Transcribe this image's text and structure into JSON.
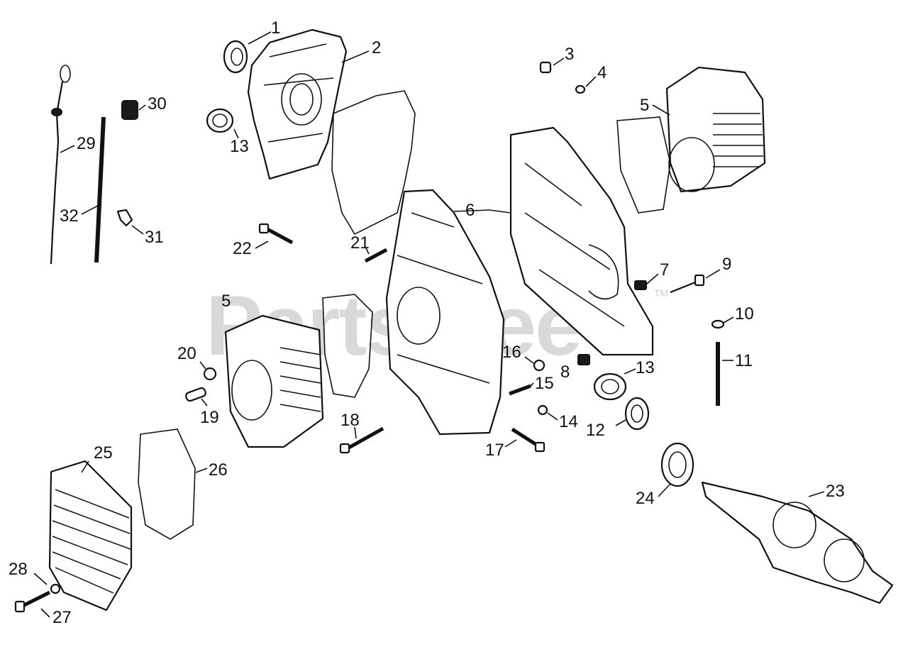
{
  "watermark": {
    "text": "PartsTree",
    "trademark": "TM",
    "color": "#d9d9d9"
  },
  "callouts": [
    {
      "id": "c1",
      "label": "1"
    },
    {
      "id": "c2",
      "label": "2"
    },
    {
      "id": "c3",
      "label": "3"
    },
    {
      "id": "c4",
      "label": "4"
    },
    {
      "id": "c5a",
      "label": "5"
    },
    {
      "id": "c5b",
      "label": "5"
    },
    {
      "id": "c6",
      "label": "6"
    },
    {
      "id": "c7",
      "label": "7"
    },
    {
      "id": "c8",
      "label": "8"
    },
    {
      "id": "c9",
      "label": "9"
    },
    {
      "id": "c10",
      "label": "10"
    },
    {
      "id": "c11",
      "label": "11"
    },
    {
      "id": "c12",
      "label": "12"
    },
    {
      "id": "c13a",
      "label": "13"
    },
    {
      "id": "c13b",
      "label": "13"
    },
    {
      "id": "c14",
      "label": "14"
    },
    {
      "id": "c15",
      "label": "15"
    },
    {
      "id": "c16",
      "label": "16"
    },
    {
      "id": "c17",
      "label": "17"
    },
    {
      "id": "c18",
      "label": "18"
    },
    {
      "id": "c19",
      "label": "19"
    },
    {
      "id": "c20",
      "label": "20"
    },
    {
      "id": "c21",
      "label": "21"
    },
    {
      "id": "c22",
      "label": "22"
    },
    {
      "id": "c23",
      "label": "23"
    },
    {
      "id": "c24",
      "label": "24"
    },
    {
      "id": "c25",
      "label": "25"
    },
    {
      "id": "c26",
      "label": "26"
    },
    {
      "id": "c27",
      "label": "27"
    },
    {
      "id": "c28",
      "label": "28"
    },
    {
      "id": "c29",
      "label": "29"
    },
    {
      "id": "c30",
      "label": "30"
    },
    {
      "id": "c31",
      "label": "31"
    },
    {
      "id": "c32",
      "label": "32"
    }
  ]
}
